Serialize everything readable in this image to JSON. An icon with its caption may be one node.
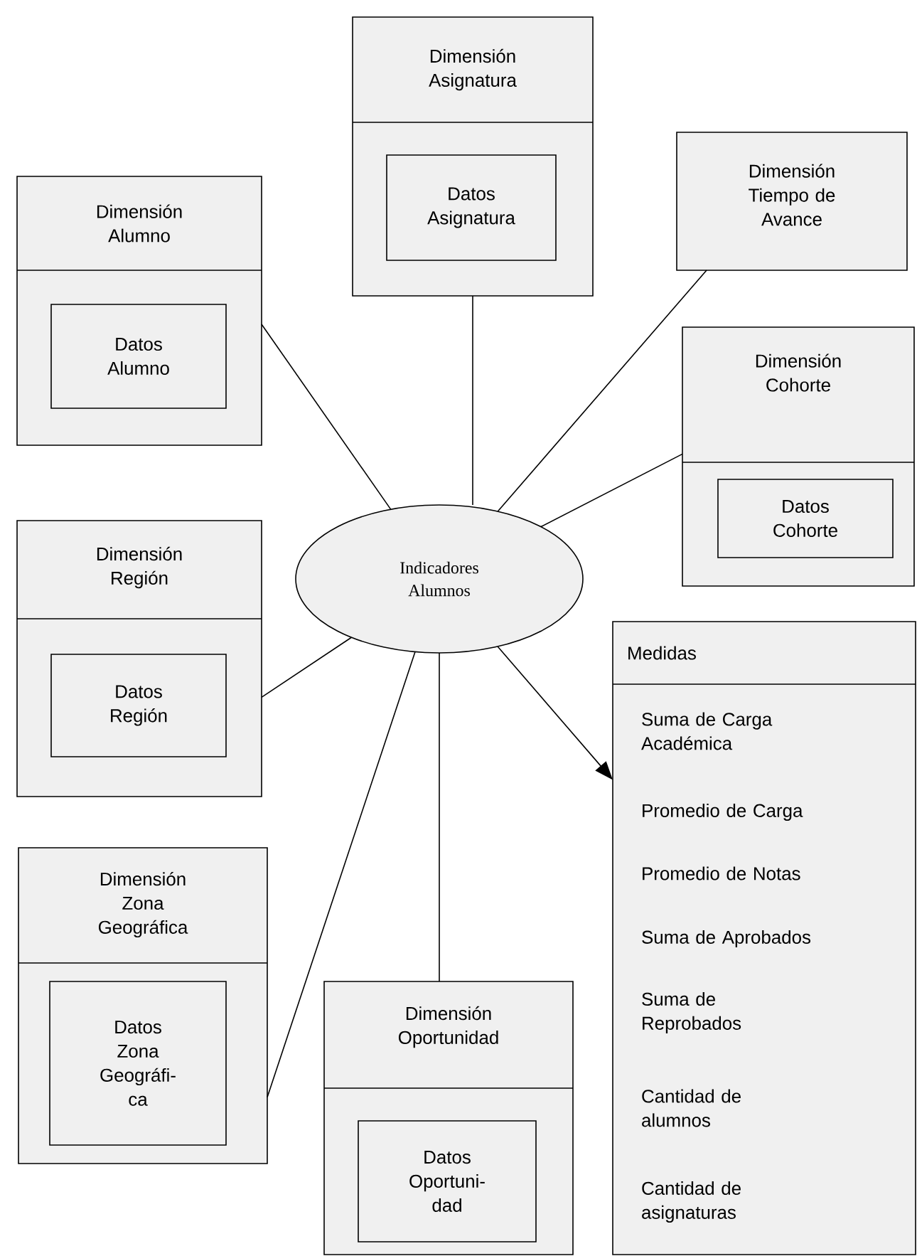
{
  "diagram": {
    "nodes": [
      {
        "text": [
          "Dimensión Asignatura"
        ]
      },
      {
        "text": [
          "Datos Asignatura"
        ],
        "in": 0
      },
      {
        "text": [
          "Dimensión Tiempo de Avance"
        ]
      },
      {
        "text": [
          "Dimensión Alumno"
        ]
      },
      {
        "text": [
          "Datos Alumno"
        ],
        "in": 3
      },
      {
        "text": [
          "Dimensión Cohorte"
        ]
      },
      {
        "text": [
          "Datos Cohorte"
        ],
        "in": 5
      },
      {
        "text": [
          "Dimensión Región"
        ]
      },
      {
        "text": [
          "Datos Región"
        ],
        "in": 7
      },
      {
        "text": [
          "Indicadores Alumnos"
        ]
      },
      {
        "text": [
          "Medidas",
          "Suma de Carga Académica",
          "Promedio de Carga",
          "Promedio de Notas",
          "Suma de Aprobados",
          "Suma de Reprobados",
          "Cantidad de alumnos",
          "Cantidad de asignaturas"
        ]
      },
      {
        "text": [
          "Dimensión Zona Geográfica"
        ]
      },
      {
        "text": [
          "Datos Zona Geográfi-ca"
        ],
        "in": 11
      },
      {
        "text": [
          "Dimensión Oportunidad"
        ]
      },
      {
        "text": [
          "Datos Oportuni-dad"
        ],
        "in": 13
      }
    ],
    "edges": [
      {
        "from": 9,
        "to": 0,
        "arrow": "none"
      },
      {
        "from": 9,
        "to": 2,
        "arrow": "none"
      },
      {
        "from": 9,
        "to": 3,
        "arrow": "none"
      },
      {
        "from": 9,
        "to": 5,
        "arrow": "none"
      },
      {
        "from": 9,
        "to": 7,
        "arrow": "none"
      },
      {
        "from": 9,
        "to": 11,
        "arrow": "none"
      },
      {
        "from": 9,
        "to": 13,
        "arrow": "none"
      },
      {
        "from": 9,
        "to": 10,
        "arrow": "to"
      }
    ]
  }
}
